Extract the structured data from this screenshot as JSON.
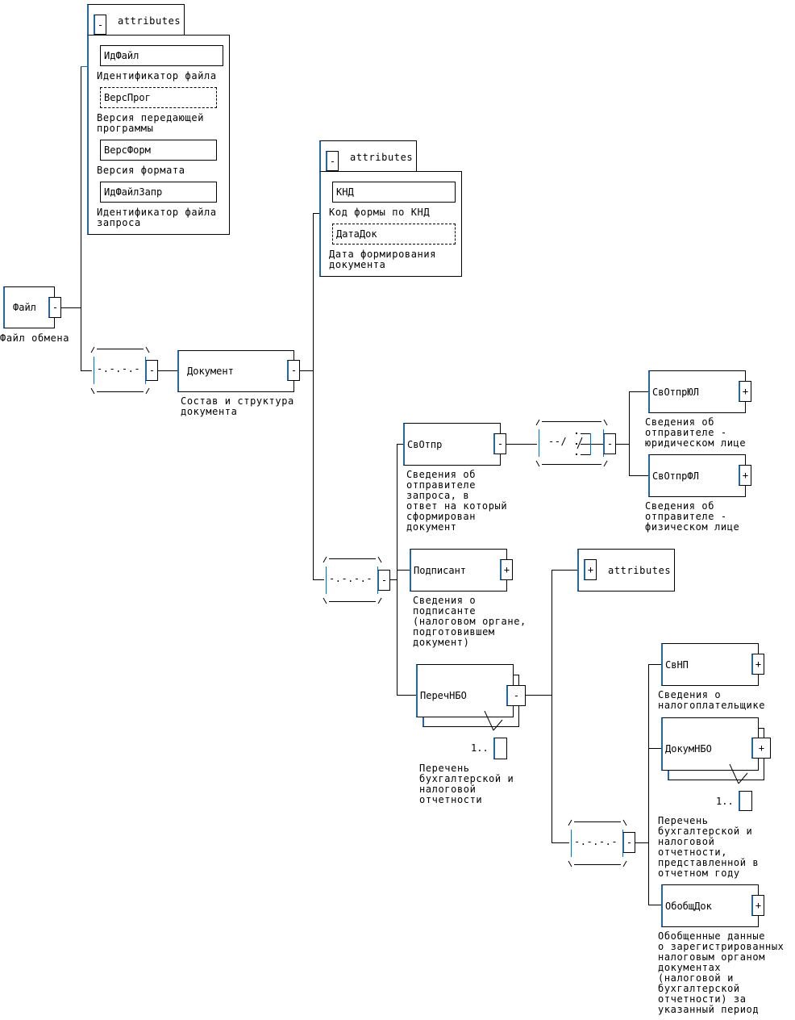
{
  "root": {
    "name": "Файл",
    "toggle": "-",
    "desc": "Файл обмена"
  },
  "file_attributes": {
    "title": "attributes",
    "toggle": "-",
    "fields": [
      {
        "name": "ИдФайл",
        "desc": "Идентификатор файла",
        "optional": false
      },
      {
        "name": "ВерсПрог",
        "desc": "Версия передающей\nпрограммы",
        "optional": true
      },
      {
        "name": "ВерсФорм",
        "desc": "Версия формата",
        "optional": false
      },
      {
        "name": "ИдФайлЗапр",
        "desc": "Идентификатор файла\nзапроса",
        "optional": false
      }
    ]
  },
  "seq_symbol": "-.-.-.-",
  "choice_symbol": "--/",
  "document": {
    "name": "Документ",
    "toggle": "-",
    "desc": "Состав и структура\nдокумента"
  },
  "doc_attributes": {
    "title": "attributes",
    "toggle": "-",
    "fields": [
      {
        "name": "КНД",
        "desc": "Код формы по КНД",
        "optional": false
      },
      {
        "name": "ДатаДок",
        "desc": "Дата формирования\nдокумента",
        "optional": true
      }
    ]
  },
  "sender": {
    "name": "СвОтпр",
    "toggle": "-",
    "desc": "Сведения об\nотправителе\nзапроса, в\nответ на который\nсформирован\nдокумент"
  },
  "sender_ul": {
    "name": "СвОтпрЮЛ",
    "toggle": "+",
    "desc": "Сведения об\nотправителе -\nюридическом лице"
  },
  "sender_fl": {
    "name": "СвОтпрФЛ",
    "toggle": "+",
    "desc": "Сведения об\nотправителе -\nфизическом лице"
  },
  "signer": {
    "name": "Подписант",
    "toggle": "+",
    "desc": "Сведения о\nподписанте\n(налоговом органе,\nподготовившем\nдокумент)"
  },
  "list": {
    "name": "ПеречНБО",
    "toggle": "-",
    "occurs": "1..",
    "desc": "Перечень\nбухгалтерской и\nналоговой\nотчетности"
  },
  "list_attributes": {
    "title": "attributes",
    "toggle": "+"
  },
  "taxpayer": {
    "name": "СвНП",
    "toggle": "+",
    "desc": "Сведения о\nналогоплательщике"
  },
  "doc_list": {
    "name": "ДокумНБО",
    "toggle": "+",
    "occurs": "1..",
    "desc": "Перечень\nбухгалтерской и\nналоговой\nотчетности,\nпредставленной в\nотчетном году"
  },
  "summary": {
    "name": "ОбобщДок",
    "toggle": "+",
    "desc": "Обобщенные данные\nо зарегистрированных\nналоговым органом\nдокументах\n(налоговой и\nбухгалтерской\nотчетности) за\nуказанный период"
  }
}
